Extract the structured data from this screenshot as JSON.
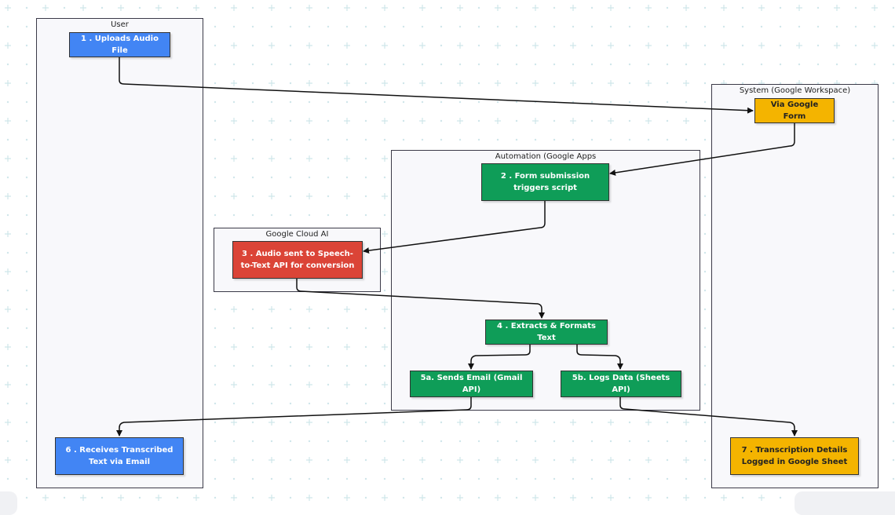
{
  "colors": {
    "user": "#4285f4",
    "automation": "#0f9d58",
    "cloud_ai": "#db4437",
    "system": "#f4b400"
  },
  "groups": {
    "user": "User",
    "system": "System (Google Workspace)",
    "automation": "Automation (Google Apps",
    "cloud_ai": "Google Cloud AI"
  },
  "nodes": {
    "n1": "1 . Uploads Audio File",
    "form": "Via Google Form",
    "n2": "2 . Form submission triggers script",
    "n3": "3 . Audio sent to Speech-to-Text API for conversion",
    "n4": "4 . Extracts & Formats Text",
    "n5a": "5a. Sends Email (Gmail API)",
    "n5b": "5b. Logs Data (Sheets API)",
    "n6": "6 . Receives Transcribed Text via Email",
    "n7": "7 . Transcription Details Logged in Google Sheet"
  }
}
